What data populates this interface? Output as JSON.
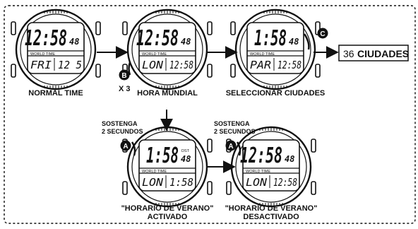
{
  "watches": [
    {
      "time": "12:58",
      "seconds": "48",
      "dst": "",
      "city": "FRI",
      "secondary": "12 5",
      "world_time": "WORLD TIME",
      "caption": [
        "NORMAL TIME"
      ]
    },
    {
      "time": "12:58",
      "seconds": "48",
      "dst": "",
      "city": "LON",
      "secondary": "12:58",
      "world_time": "WORLD TIME",
      "caption": [
        "HORA MUNDIAL"
      ]
    },
    {
      "time": "1:58",
      "seconds": "48",
      "dst": "",
      "city": "PAR",
      "secondary": "12:58",
      "world_time": "WORLD TIME",
      "caption": [
        "SELECCIONAR CIUDADES"
      ]
    },
    {
      "time": "1:58",
      "seconds": "48",
      "dst": "DST",
      "city": "LON",
      "secondary": "1:58",
      "world_time": "WORLD TIME",
      "caption": [
        "\"HORARIO DE VERANO\"",
        "ACTIVADO"
      ]
    },
    {
      "time": "12:58",
      "seconds": "48",
      "dst": "",
      "city": "LON",
      "secondary": "12:58",
      "world_time": "WORLD TIME",
      "caption": [
        "\"HORARIO DE VERANO\"",
        "DESACTIVADO"
      ]
    }
  ],
  "cities_box": {
    "number": "36",
    "label": "CIUDADES"
  },
  "button_labels": {
    "a": "A",
    "b": "B",
    "c": "C"
  },
  "press_count": "X 3",
  "hold_notes": [
    [
      "SOSTENGA",
      "2 SECUNDOS"
    ],
    [
      "SOSTENGA",
      "2 SECUNDOS"
    ]
  ],
  "colors": {
    "ink": "#111111",
    "background": "#ffffff"
  }
}
